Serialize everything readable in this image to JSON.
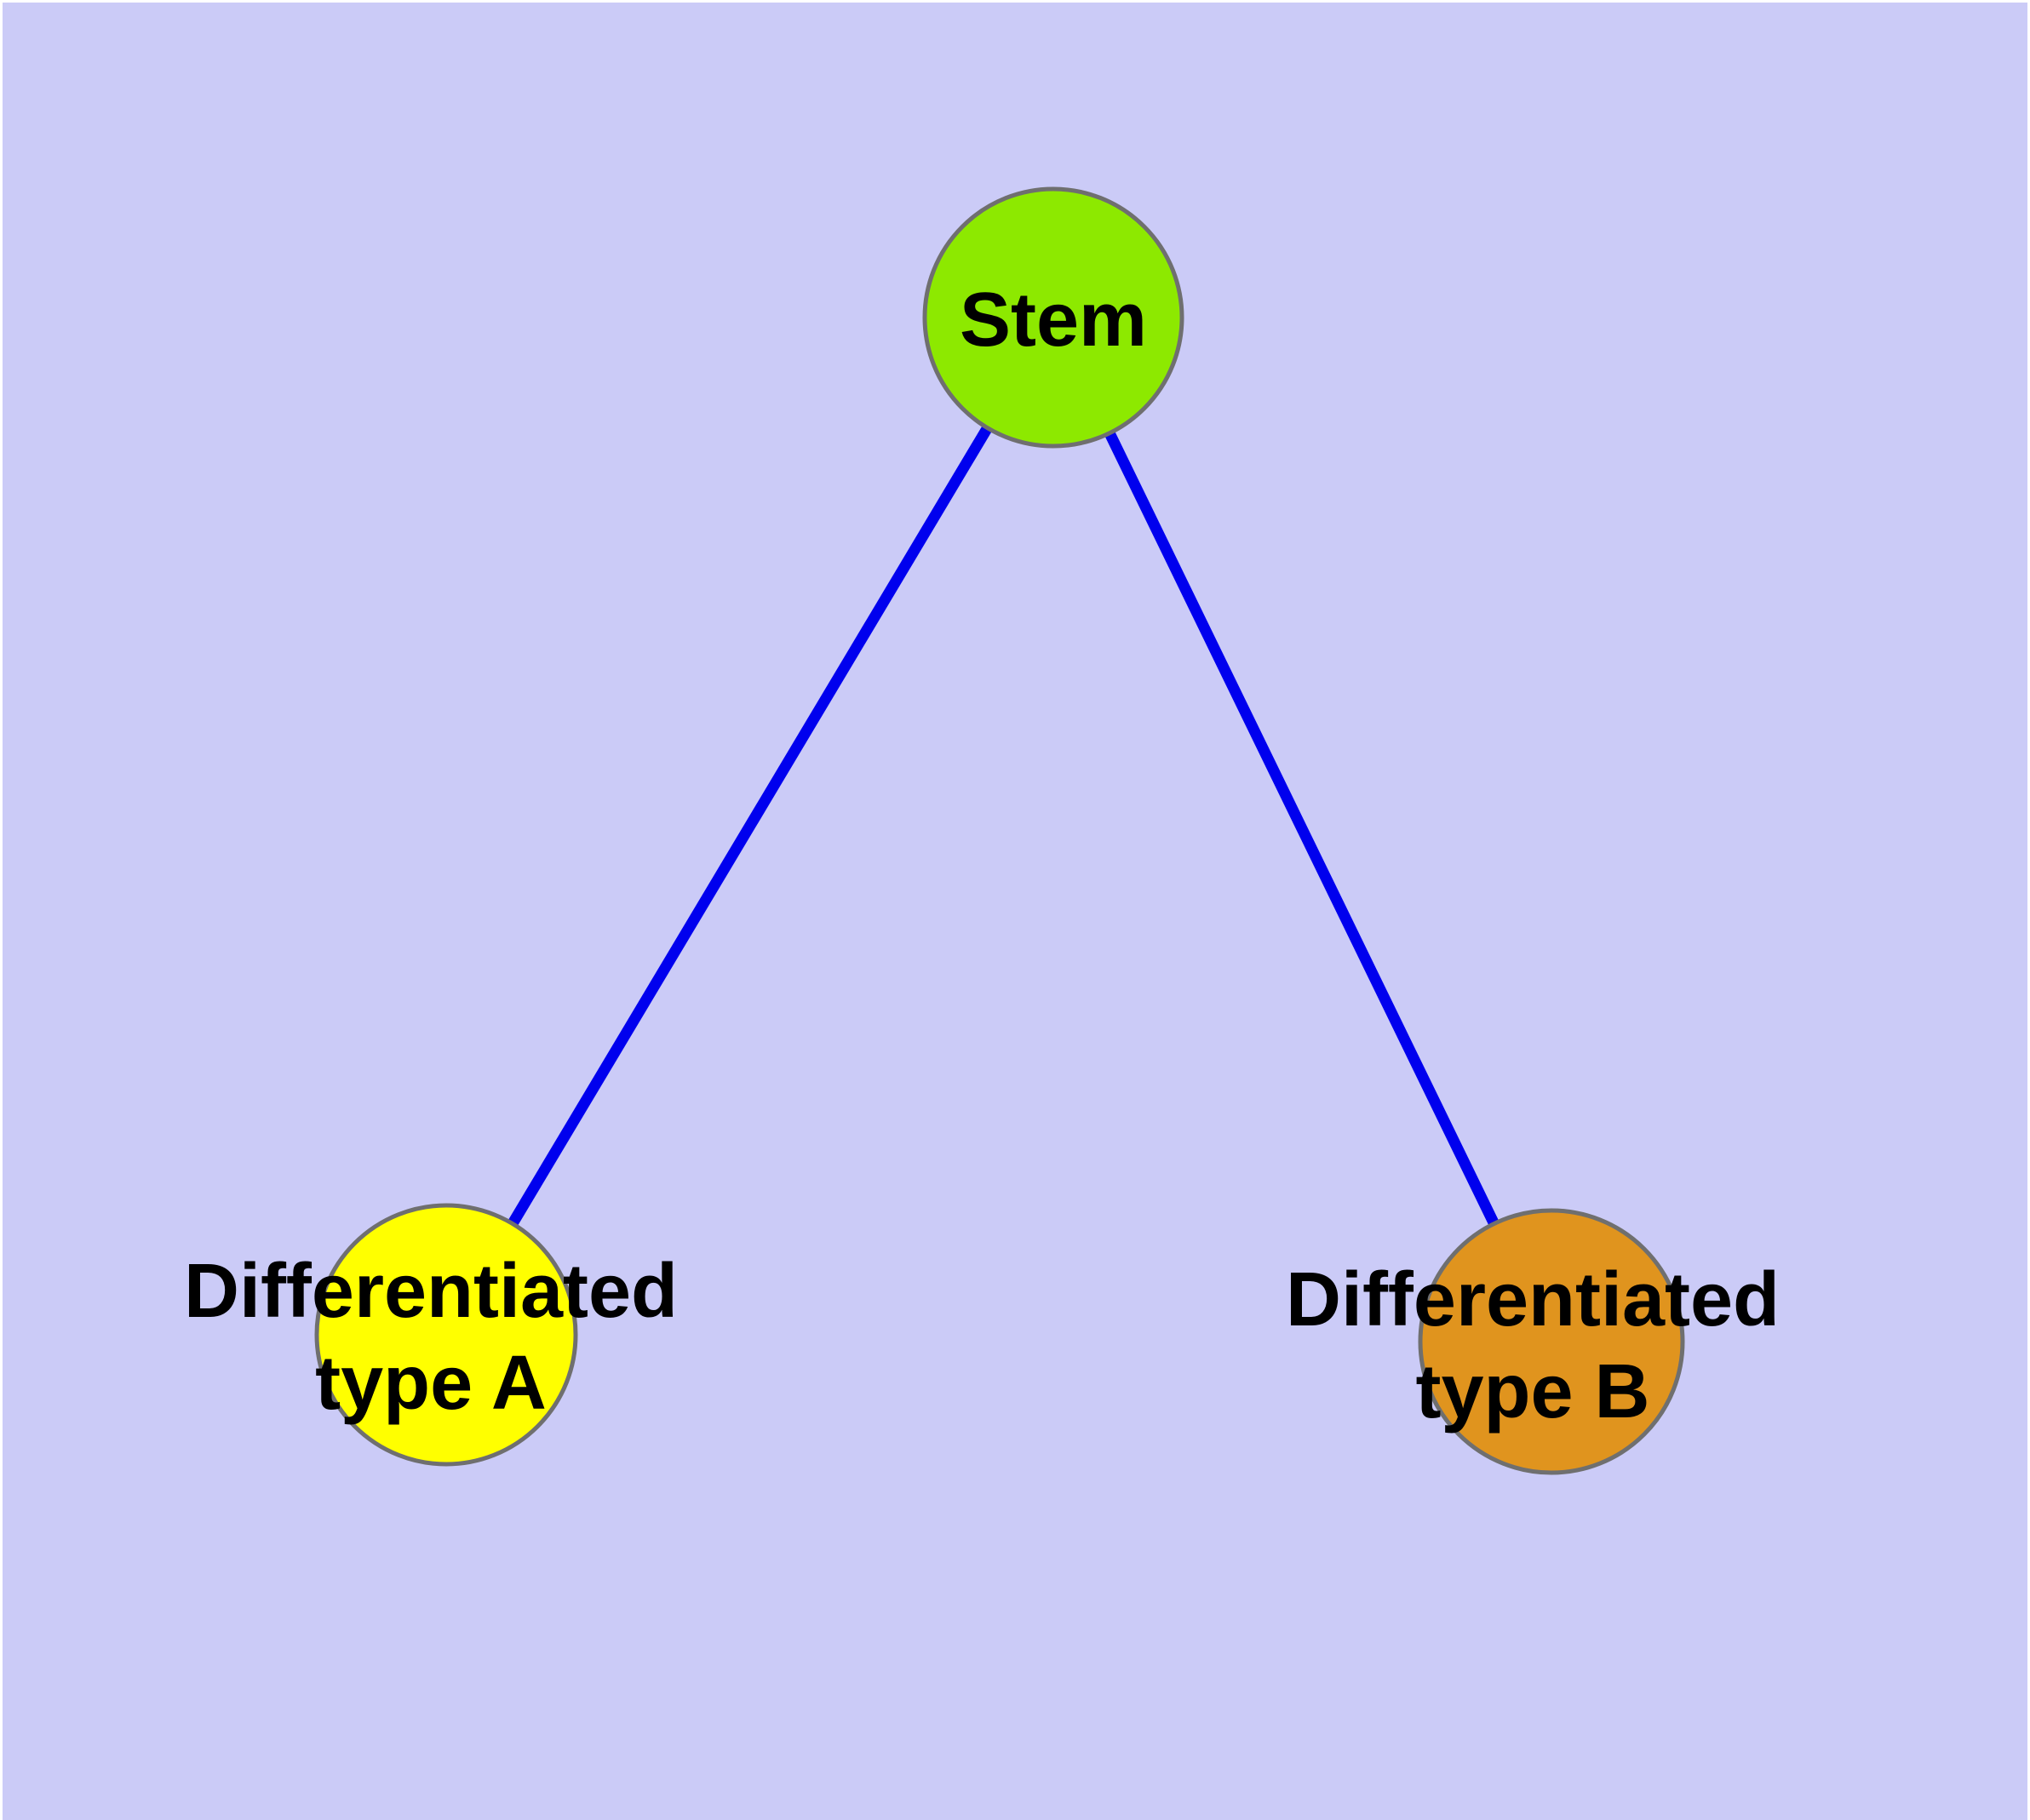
{
  "diagram": {
    "title": "",
    "panel_background_color": "#CBCBF7",
    "frame_color": "#FFFFFF",
    "edge_color": "#0000EE",
    "node_border_color": "#6F6F6F",
    "label_color": "#000000",
    "nodes": [
      {
        "id": "stem",
        "label": "Stem",
        "label_lines": [
          "Stem"
        ],
        "color": "#8DE900"
      },
      {
        "id": "differentiated-type-a",
        "label": "Differentiated type A",
        "label_lines": [
          "Differentiated",
          "type A"
        ],
        "color": "#FFFF00"
      },
      {
        "id": "differentiated-type-b",
        "label": "Differentiated type B",
        "label_lines": [
          "Differentiated",
          "type B"
        ],
        "color": "#E0941E"
      }
    ],
    "edges": [
      {
        "from": "Stem",
        "to": "Differentiated type A"
      },
      {
        "from": "Stem",
        "to": "Differentiated type B"
      }
    ]
  }
}
